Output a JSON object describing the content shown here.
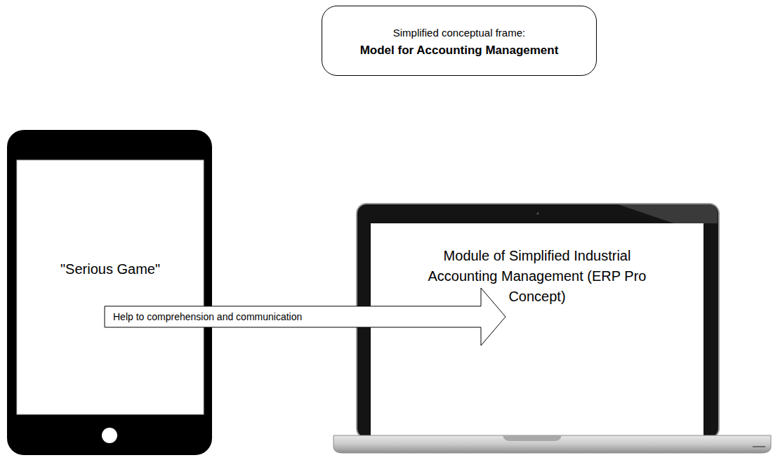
{
  "diagram": {
    "nodes": [
      {
        "text": [
          "Simplified conceptual frame:",
          "Model for Accounting Management"
        ]
      },
      {
        "text": [
          "\"Serious Game\""
        ]
      },
      {
        "text": [
          "Module of Simplified Industrial Accounting Management (ERP Pro Concept)"
        ]
      }
    ],
    "edges": [
      {
        "from": 1,
        "to": 2,
        "label": "Help to comprehension and communication",
        "arrow": "to"
      }
    ]
  }
}
